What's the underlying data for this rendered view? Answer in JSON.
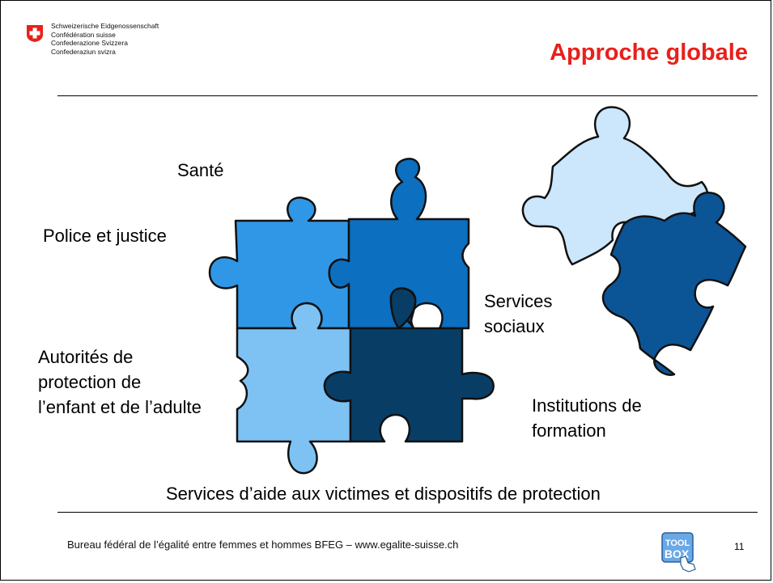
{
  "header": {
    "gov_lines": [
      "Schweizerische Eidgenossenschaft",
      "Confédération suisse",
      "Confederazione Svizzera",
      "Confederaziun svizra"
    ],
    "title": "Approche globale",
    "title_color": "#e8201b"
  },
  "labels": {
    "sante": "Santé",
    "police": "Police et justice",
    "autorites": [
      "Autorités de",
      "protection de",
      "l’enfant et de l’adulte"
    ],
    "services_sociaux": [
      "Services",
      "sociaux"
    ],
    "institutions": [
      "Institutions de",
      "formation"
    ],
    "aide_victimes": "Services d’aide aux victimes et dispositifs de protection"
  },
  "puzzle_colors": {
    "light": "#7ec2f4",
    "medium": "#2f97e6",
    "blue": "#0c6fc0",
    "dark": "#083d66",
    "pale": "#cce6fb",
    "navy": "#0b5596"
  },
  "footer": {
    "text": "Bureau fédéral de l’égalité entre femmes et hommes BFEG – www.egalite-suisse.ch",
    "logo_line1": "TOOL",
    "logo_line2": "BOX",
    "page_number": "11"
  },
  "icons": {
    "logo": "swiss-cross-icon",
    "toolbox": "toolbox-hand-icon"
  }
}
